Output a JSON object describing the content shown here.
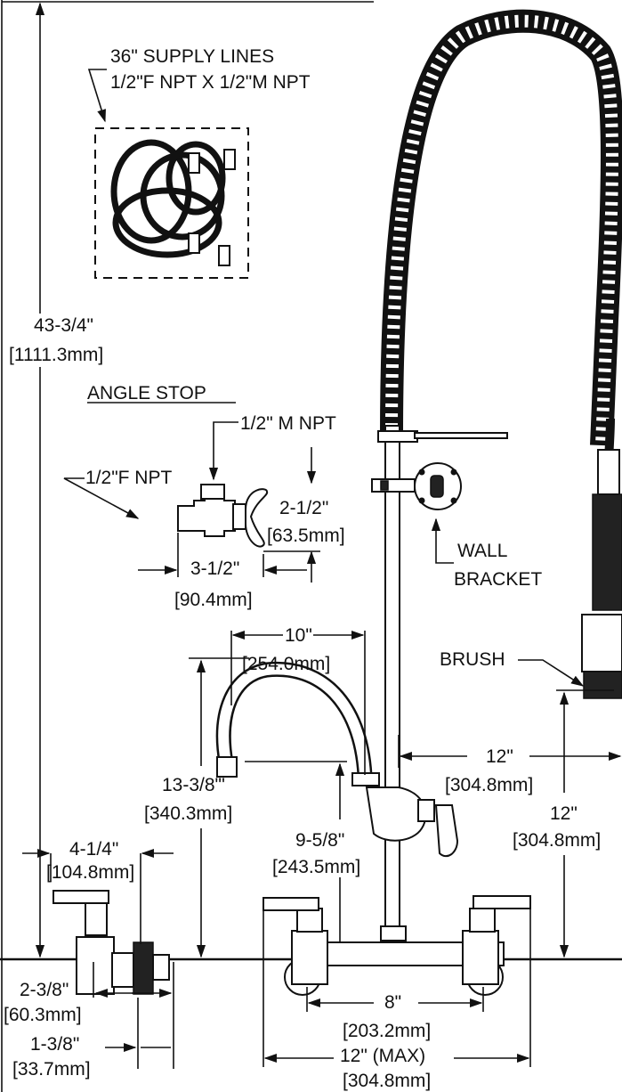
{
  "labels": {
    "supply_line_1": "36\" SUPPLY LINES",
    "supply_line_2": "1/2\"F NPT X 1/2\"M NPT",
    "overall_height_in": "43-3/4\"",
    "overall_height_mm": "[1111.3mm]",
    "angle_stop": "ANGLE STOP",
    "male_npt": "1/2\" M NPT",
    "female_npt": "1/2\"F NPT",
    "stop_height_in": "2-1/2\"",
    "stop_height_mm": "[63.5mm]",
    "stop_width_in": "3-1/2\"",
    "stop_width_mm": "[90.4mm]",
    "wall_bracket_1": "WALL",
    "wall_bracket_2": "BRACKET",
    "brush": "BRUSH",
    "spout_reach_in": "10\"",
    "spout_reach_mm": "[254.0mm]",
    "spout_height_in": "13-3/8\"'",
    "spout_height_mm": "[340.3mm]",
    "spout_clear_in": "9-5/8\"",
    "spout_clear_mm": "[243.5mm]",
    "spray_offset_in": "12\"",
    "spray_offset_mm": "[304.8mm]",
    "spray_height_in": "12\"",
    "spray_height_mm": "[304.8mm]",
    "side_depth_in": "4-1/4\"",
    "side_depth_mm": "[104.8mm]",
    "shank_in": "2-3/8\"",
    "shank_mm": "[60.3mm]",
    "nut_in": "1-3/8\"",
    "nut_mm": "[33.7mm]",
    "centers_in": "8\"",
    "centers_mm": "[203.2mm]",
    "max_width_in": "12\" (MAX)",
    "max_width_mm": "[304.8mm]"
  }
}
